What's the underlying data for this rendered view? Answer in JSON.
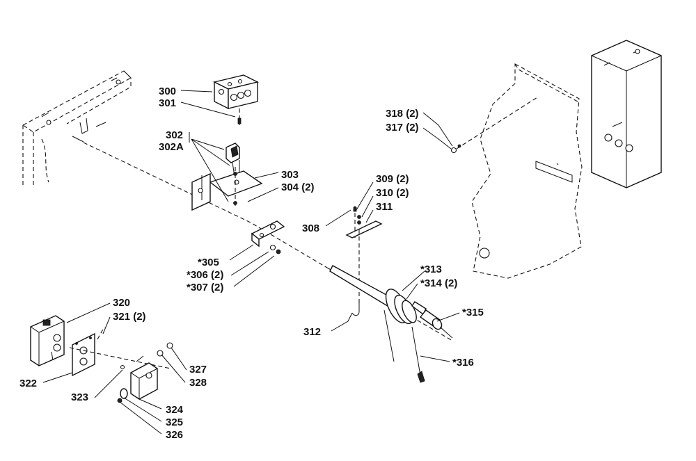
{
  "labels": {
    "l300": "300",
    "l301": "301",
    "l302": "302",
    "l302a": "302A",
    "l303": "303",
    "l304": "304 (2)",
    "l305": "*305",
    "l306": "*306 (2)",
    "l307": "*307 (2)",
    "l308": "308",
    "l309": "309 (2)",
    "l310": "310 (2)",
    "l311": "311",
    "l312": "312",
    "l313": "*313",
    "l314": "*314 (2)",
    "l315": "*315",
    "l316": "*316",
    "l317": "317 (2)",
    "l318": "318 (2)",
    "l320": "320",
    "l321": "321 (2)",
    "l322": "322",
    "l323": "323",
    "l324": "324",
    "l325": "325",
    "l326": "326",
    "l327": "327",
    "l328": "328"
  }
}
